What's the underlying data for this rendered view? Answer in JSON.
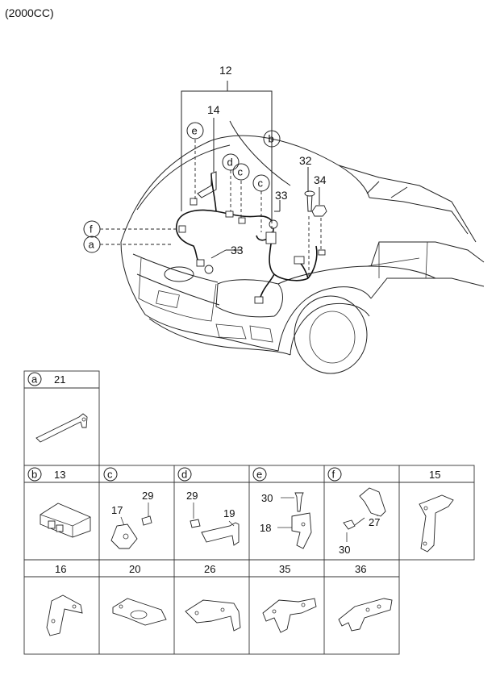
{
  "header": {
    "engine": "(2000CC)"
  },
  "callouts": {
    "c12": "12",
    "c14": "14",
    "c32": "32",
    "c34": "34",
    "c33a": "33",
    "c33b": "33",
    "e": "e",
    "b": "b",
    "d": "d",
    "c": "c",
    "c2": "c",
    "f": "f",
    "a": "a"
  },
  "grid": {
    "a": {
      "letter": "a",
      "part": "21"
    },
    "b": {
      "letter": "b",
      "part": "13"
    },
    "c": {
      "letter": "c",
      "parts": [
        "29",
        "17"
      ]
    },
    "d": {
      "letter": "d",
      "parts": [
        "29",
        "19"
      ]
    },
    "e": {
      "letter": "e",
      "parts": [
        "30",
        "18"
      ]
    },
    "f": {
      "letter": "f",
      "parts": [
        "27",
        "30"
      ]
    },
    "p15": "15",
    "p16": "16",
    "p20": "20",
    "p26": "26",
    "p35": "35",
    "p36": "36"
  }
}
